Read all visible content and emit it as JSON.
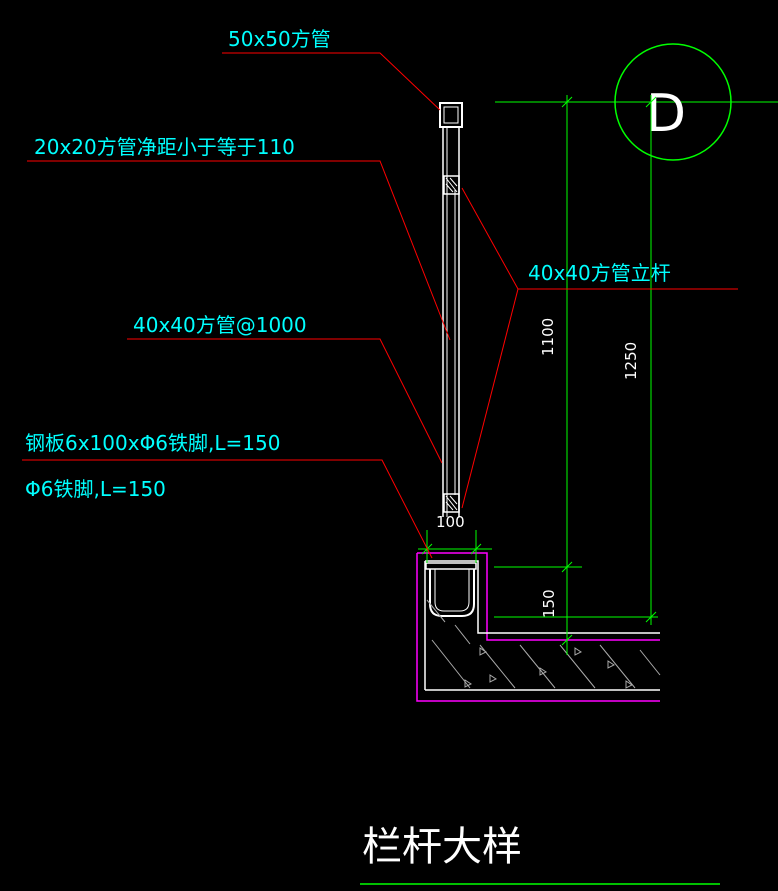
{
  "drawing_title": "栏杆大样",
  "axis_marker": {
    "label": "D",
    "circle_color": "#00ff00"
  },
  "callouts": [
    {
      "id": "top-rail",
      "text": "50x50方管"
    },
    {
      "id": "baluster-infill",
      "text": "20x20方管净距小于等于110"
    },
    {
      "id": "post",
      "text": "40x40方管立杆"
    },
    {
      "id": "post-spacing",
      "text": "40x40方管@1000"
    },
    {
      "id": "embed-plate",
      "text": "钢板6x100xΦ6铁脚,L=150"
    },
    {
      "id": "anchor",
      "text": "Φ6铁脚,L=150"
    }
  ],
  "dimensions": {
    "plate_width": "100",
    "railing_height": "1100",
    "total_height": "1250",
    "curb_height": "150"
  },
  "colors": {
    "background": "#000000",
    "leader": "#ff0000",
    "text": "#00ffff",
    "dimension": "#00ff00",
    "outline": "#ffffff",
    "concrete": "#ff00ff",
    "hatch": "#aaaaaa"
  }
}
